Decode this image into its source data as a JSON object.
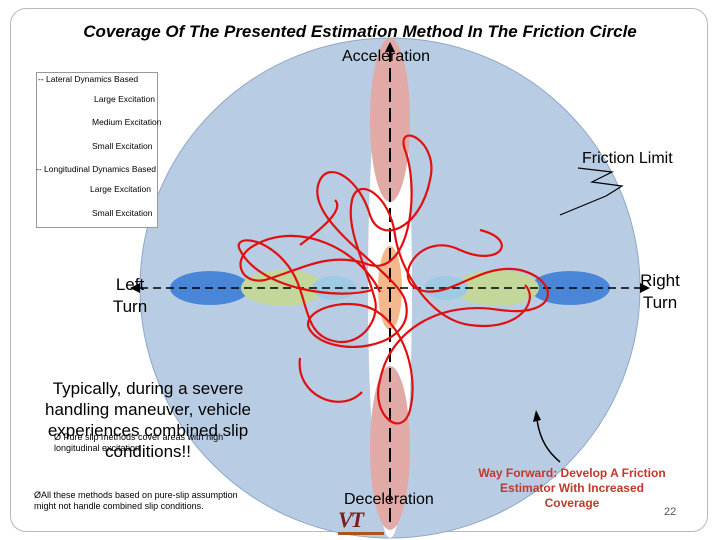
{
  "title": "Coverage Of The Presented Estimation Method In The Friction Circle",
  "axes": {
    "top": "Acceleration",
    "bottom": "Deceleration",
    "left_line1": "Left",
    "left_line2": "Turn",
    "right_line1": "Right",
    "right_line2": "Turn"
  },
  "friction_limit": "Friction Limit",
  "legend": {
    "lateral_header": "-- Lateral Dynamics Based",
    "lateral_items": [
      "Large Excitation",
      "Medium Excitation",
      "Small Excitation"
    ],
    "longitudinal_header": "-- Longitudinal Dynamics Based",
    "longitudinal_items": [
      "Large Excitation",
      "Small Excitation"
    ]
  },
  "notes": {
    "typically": "Typically, during a severe handling maneuver, vehicle experiences combined slip conditions!!",
    "pure_slip": "Ø Pure slip methods cover areas with high longitudinal excitation",
    "all_methods": "ØAll these methods based on pure-slip assumption might not handle combined slip conditions."
  },
  "way_forward": "Way Forward: Develop A Friction Estimator With Increased Coverage",
  "page_number": "22",
  "logo_text": "VT",
  "colors": {
    "circle": "#b8cde4",
    "lat_large": "#4a86d8",
    "lat_medium": "#c3d79a",
    "lat_small": "#9ecbe3",
    "long_large": "#e2aaa6",
    "long_small": "#f4b88c",
    "trajectory": "#e01010",
    "way_forward": "#c0392b",
    "logo": "#7a1f1f"
  }
}
